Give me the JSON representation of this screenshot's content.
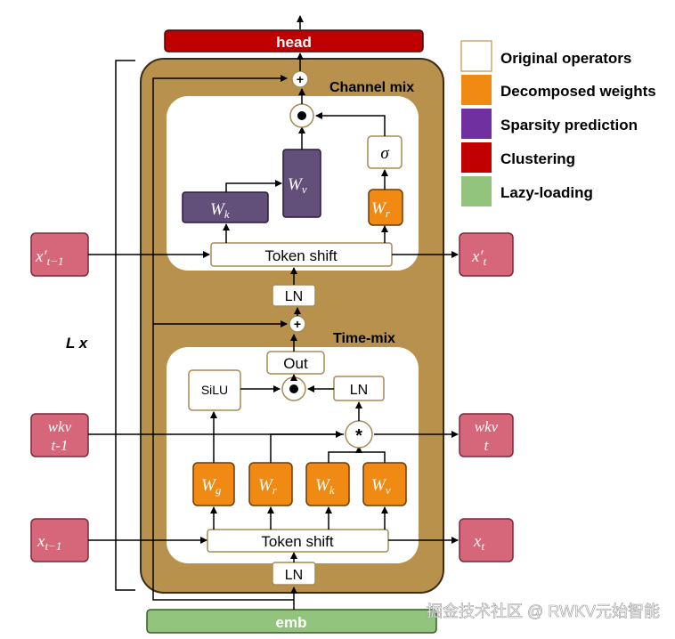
{
  "labels": {
    "head": "head",
    "emb": "emb",
    "channel_mix": "Channel mix",
    "time_mix": "Time-mix",
    "layers": "L x",
    "ln": "LN",
    "token_shift": "Token shift",
    "out": "Out",
    "silu": "SiLU",
    "sigma": "σ",
    "plus": "+",
    "dot": "●",
    "star": "*"
  },
  "weights": {
    "channel": {
      "wk": "k",
      "wv": "v",
      "wr": "r"
    },
    "time": {
      "wg": "g",
      "wr": "r",
      "wk": "k",
      "wv": "v"
    }
  },
  "io": {
    "x_prev_channel": "t−1",
    "x_out_channel": "t",
    "wkv_prev_top": "wkv",
    "wkv_prev_bottom": "t-1",
    "wkv_out_top": "wkv",
    "wkv_out_bottom": "t",
    "x_prev_time": "t−1",
    "x_out_time": "t"
  },
  "legend": [
    {
      "label": "Original operators",
      "color": "#ffffff"
    },
    {
      "label": "Decomposed weights",
      "color": "#f08a12"
    },
    {
      "label": "Sparsity prediction",
      "color": "#7030a0"
    },
    {
      "label": "Clustering",
      "color": "#c00000"
    },
    {
      "label": "Lazy-loading",
      "color": "#93c47d"
    }
  ],
  "watermark": "掘金技术社区 @ RWKV元始智能",
  "colors": {
    "block_bg": "#b8914c",
    "block_border": "#3a2c14",
    "orange": "#f08a12",
    "purple": "#63507a",
    "red": "#c00000",
    "green": "#93c47d",
    "io_pink": "#d6667a"
  }
}
